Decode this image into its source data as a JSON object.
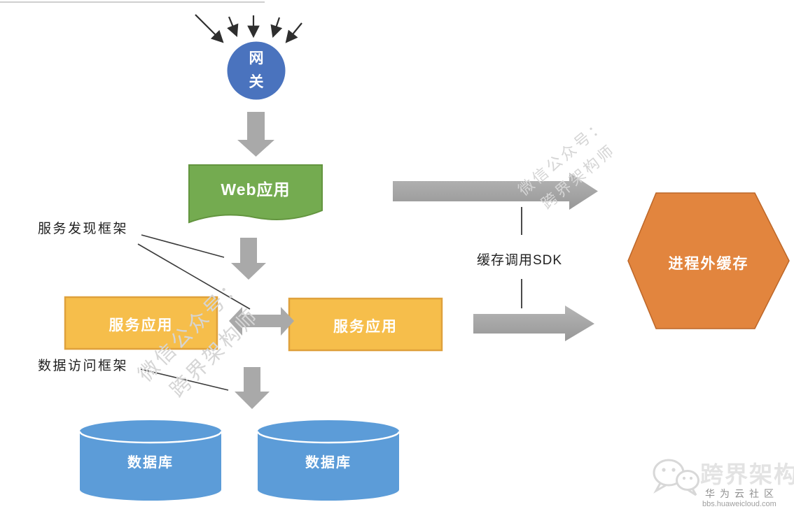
{
  "nodes": {
    "gateway": {
      "label": "网关",
      "color": "#4A73BE"
    },
    "web_app": {
      "label": "Web应用",
      "color": "#74AB50"
    },
    "service_app_left": {
      "label": "服务应用",
      "color": "#F6BE4B"
    },
    "service_app_right": {
      "label": "服务应用",
      "color": "#F6BE4B"
    },
    "external_cache": {
      "label": "进程外缓存",
      "color": "#E2853E"
    },
    "database_left": {
      "label": "数据库",
      "color": "#5C9CD8"
    },
    "database_right": {
      "label": "数据库",
      "color": "#5C9CD8"
    }
  },
  "annotations": {
    "service_discovery_framework": "服务发现框架",
    "data_access_framework": "数据访问框架",
    "cache_sdk": "缓存调用SDK"
  },
  "watermark": {
    "line1": "微信公众号：",
    "line2": "跨界架构师"
  },
  "footer": {
    "wechat_icon": "wechat-logo",
    "brand": "跨界架构师",
    "community": "华为云社区",
    "url": "bbs.huaweicloud.com"
  },
  "colors": {
    "arrow_gray": "#A9A9A9",
    "thin_line": "#3a3a3a",
    "watermark_gray": "#d5d5d5"
  }
}
